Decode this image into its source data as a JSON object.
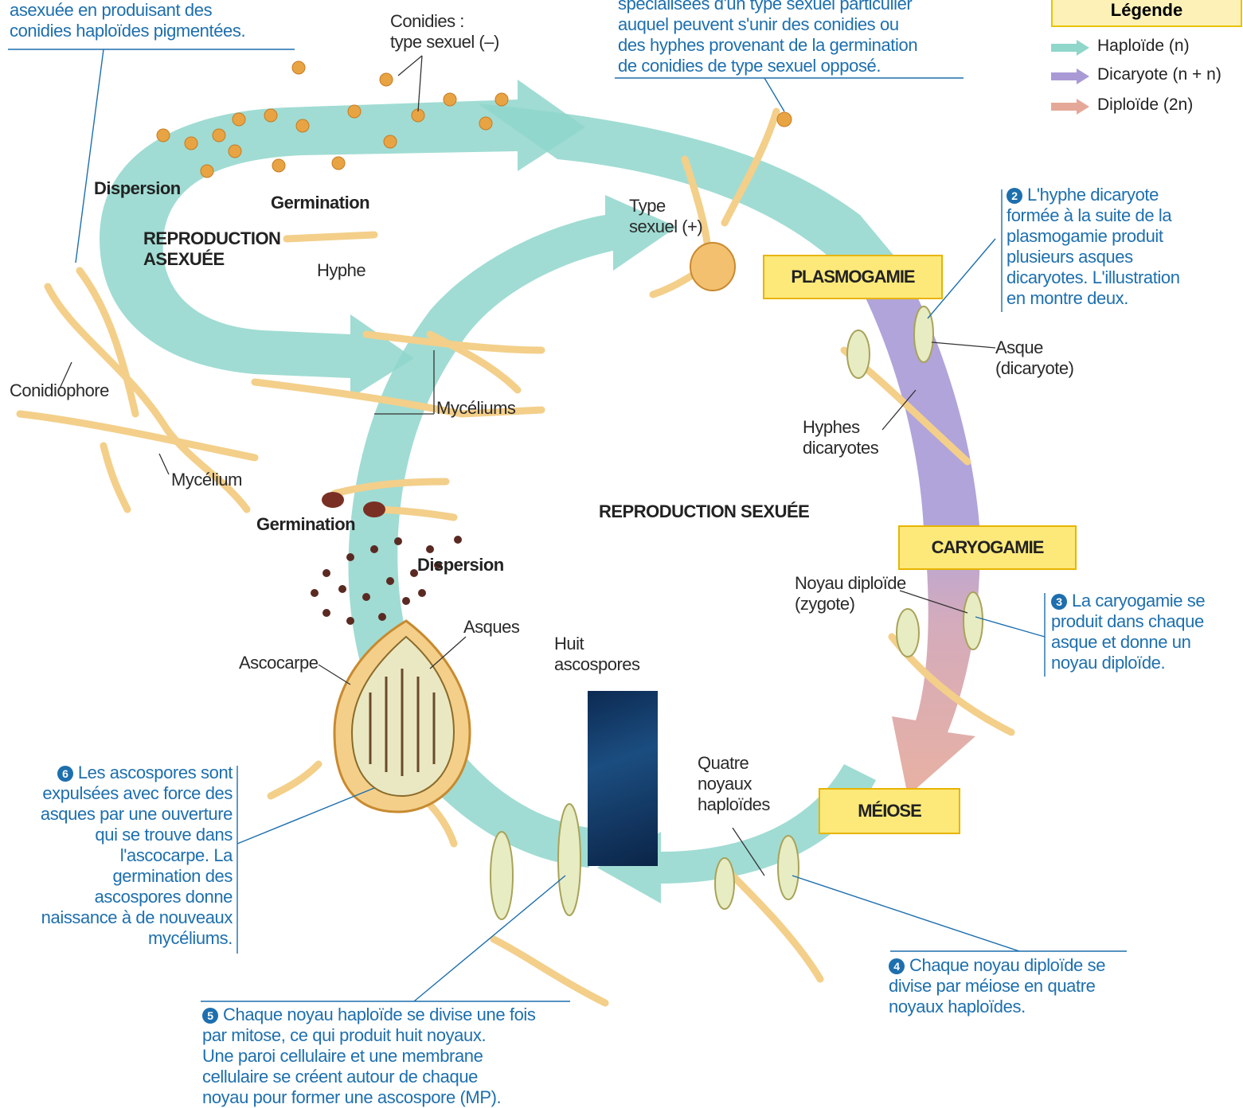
{
  "colors": {
    "haploid": "#8fd6cb",
    "dikaryon": "#a99ad6",
    "diploid": "#e5a898",
    "hyphae": "#f3cf8a",
    "accent_text": "#1d6fae",
    "box_fill": "#fde97a"
  },
  "top_left_caption": [
    "asexuée en produisant des",
    "conidies haploïdes pigmentées."
  ],
  "top_right_caption": [
    "spécialisées d'un type sexuel particulier",
    "auquel peuvent s'unir des conidies ou",
    "des hyphes provenant de la germination",
    "de conidies de type sexuel opposé."
  ],
  "legend": {
    "title": "Légende",
    "items": [
      {
        "label": "Haploïde (n)",
        "color": "#8fd6cb"
      },
      {
        "label": "Dicaryote (n + n)",
        "color": "#a99ad6"
      },
      {
        "label": "Diploïde (2n)",
        "color": "#e5a898"
      }
    ]
  },
  "labels": {
    "conidies": [
      "Conidies :",
      "type sexuel (–)"
    ],
    "dispersion_top": "Dispersion",
    "germination_top": "Germination",
    "reproduction_asexuee": [
      "REPRODUCTION",
      "ASEXUÉE"
    ],
    "hyphe": "Hyphe",
    "type_sexuel_plus": [
      "Type",
      "sexuel (+)"
    ],
    "conidiophore": "Conidiophore",
    "mycelium": "Mycélium",
    "myceliums": "Mycéliums",
    "germination_bottom": "Germination",
    "dispersion_bottom": "Dispersion",
    "asques": "Asques",
    "ascocarpe": "Ascocarpe",
    "huit_ascospores": [
      "Huit",
      "ascospores"
    ],
    "reproduction_sexuee": "REPRODUCTION SEXUÉE",
    "asque_dicaryote": [
      "Asque",
      "(dicaryote)"
    ],
    "hyphes_dicaryotes": [
      "Hyphes",
      "dicaryotes"
    ],
    "noyau_diploide": [
      "Noyau diploïde",
      "(zygote)"
    ],
    "quatre_noyaux": [
      "Quatre",
      "noyaux",
      "haploïdes"
    ]
  },
  "phases": {
    "plasmogamie": "PLASMOGAMIE",
    "caryogamie": "CARYOGAMIE",
    "meiose": "MÉIOSE"
  },
  "steps": {
    "s2": {
      "num": "2",
      "lines": [
        "L'hyphe dicaryote",
        "formée à la suite de la",
        "plasmogamie produit",
        "plusieurs asques",
        "dicaryotes. L'illustration",
        "en montre deux."
      ]
    },
    "s3": {
      "num": "3",
      "lines": [
        "La caryogamie se",
        "produit dans chaque",
        "asque et donne un",
        "noyau diploïde."
      ]
    },
    "s4": {
      "num": "4",
      "lines": [
        "Chaque noyau diploïde se",
        "divise par méiose en quatre",
        "noyaux haploïdes."
      ]
    },
    "s5": {
      "num": "5",
      "lines": [
        "Chaque noyau haploïde se divise une fois",
        "par mitose, ce qui produit huit noyaux.",
        "Une paroi cellulaire et une membrane",
        "cellulaire se créent autour de chaque",
        "noyau pour former une ascospore (MP)."
      ]
    },
    "s6": {
      "num": "6",
      "lines": [
        "Les ascospores sont",
        "expulsées avec force des",
        "asques par une ouverture",
        "qui se trouve dans",
        "l'ascocarpe. La",
        "germination des",
        "ascospores donne",
        "naissance à de nouveaux",
        "mycéliums."
      ]
    }
  }
}
